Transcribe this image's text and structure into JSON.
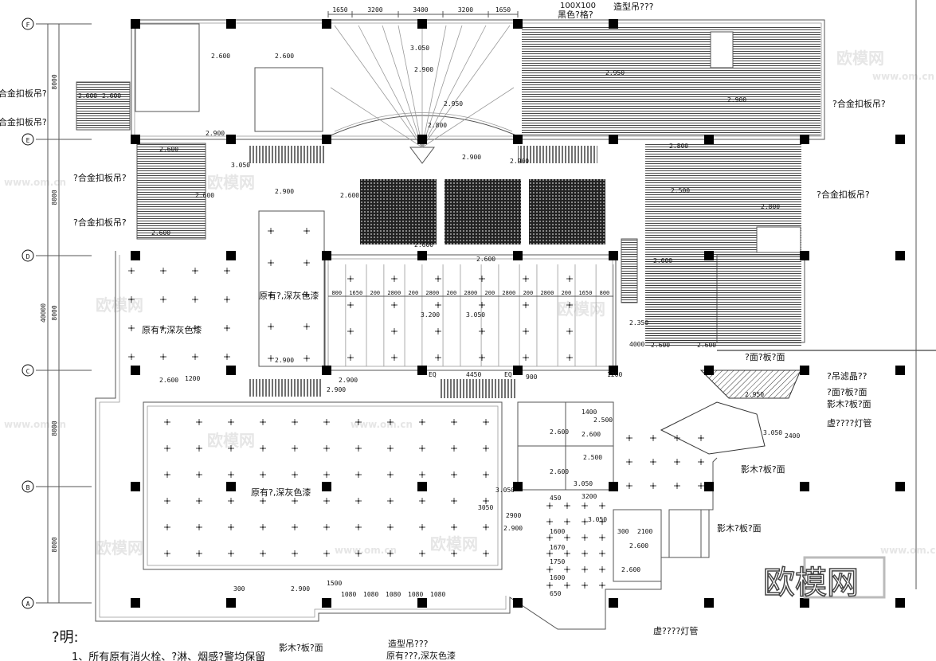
{
  "grid_axes": [
    "F",
    "E",
    "D",
    "C",
    "B",
    "A"
  ],
  "left_dims": {
    "bays": [
      "8000",
      "8000",
      "8000",
      "8000",
      "8000"
    ],
    "total": "40000"
  },
  "top_dims": [
    "1650",
    "3200",
    "3400",
    "3200",
    "1650"
  ],
  "bay_dims": [
    "800",
    "1650",
    "200",
    "2800",
    "200",
    "2800",
    "200",
    "2800",
    "200",
    "2800",
    "200",
    "2800",
    "200",
    "1650",
    "800"
  ],
  "annotations": {
    "alloy_left_1": "?合金扣板吊?",
    "alloy_left_2": "?合金扣板吊?",
    "alloy_left_3": "?合金扣板吊?",
    "alloy_left_4": "?合金扣板吊?",
    "alloy_right_1": "?合金扣板吊?",
    "alloy_right_2": "?合金扣板吊?",
    "grille_size": "100X100",
    "black_grille": "黑色?格?",
    "shaped_ceiling_top": "造型吊???",
    "paint_panel_1": "?面?板?面",
    "chandelier": "?吊滤晶??",
    "paint_panel_2": "?面?板?面",
    "wood_panel_1": "影木?板?面",
    "hidden_lamp_1": "虚????灯管",
    "wood_panel_2": "影木?板?面",
    "wood_panel_3": "影木?板?面",
    "hidden_lamp_2": "虚????灯管",
    "wood_panel_bottom": "影木?板?面",
    "shaped_ceiling_bottom": "造型吊???",
    "existing_paint_bottom": "原有???,深灰色漆"
  },
  "room_labels": [
    "原有?,深灰色漆",
    "原有?,深灰色漆",
    "原有?,深灰色漆"
  ],
  "elevations": [
    "2.600",
    "2.600",
    "2.600",
    "2.600",
    "2.900",
    "3.050",
    "2.900",
    "2.950",
    "2.800",
    "2.600",
    "2.600",
    "2.900",
    "2.600",
    "2.600",
    "2.900",
    "2.600",
    "2.600",
    "2.900",
    "2.900",
    "3.200",
    "3.050",
    "2.900",
    "2.950",
    "2.800",
    "2.800",
    "2.600",
    "2.600",
    "2.600",
    "2.600",
    "2.900",
    "3.050",
    "2.900",
    "3.050",
    "3.050",
    "2.600",
    "2.600",
    "2.600",
    "2.900",
    "2.600",
    "2.500",
    "2.500",
    "3.050",
    "2.350",
    "2.500",
    "3.050",
    "2.950",
    "2.600",
    "2.900"
  ],
  "misc_dims": [
    "EQ",
    "4450",
    "EQ",
    "900",
    "1200",
    "300",
    "1500",
    "1080",
    "1080",
    "1080",
    "1080",
    "1080",
    "2100",
    "300",
    "3200",
    "1400",
    "2400",
    "4000",
    "1200",
    "2900",
    "3050",
    "450",
    "1600",
    "1670",
    "1750",
    "1600",
    "650"
  ],
  "notes": {
    "heading": "?明:",
    "item_1": "1、所有原有消火栓、?淋、烟感?警均保留"
  },
  "watermark": {
    "logo": "欧模网",
    "site": "www.om.cn"
  }
}
